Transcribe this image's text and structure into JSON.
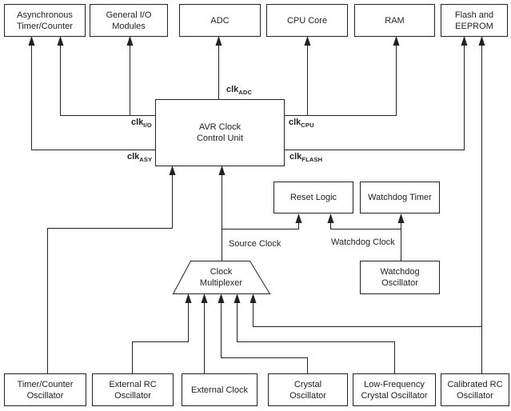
{
  "colors": {
    "line": "#222222",
    "background": "#ffffff",
    "box_background": "#ffffff"
  },
  "blocks": {
    "top": [
      {
        "label": "Asynchronous Timer/Counter"
      },
      {
        "label": "General I/O Modules"
      },
      {
        "label": "ADC"
      },
      {
        "label": "CPU Core"
      },
      {
        "label": "RAM"
      },
      {
        "label": "Flash and EEPROM"
      }
    ],
    "control_unit": {
      "label": "AVR Clock Control Unit"
    },
    "reset_logic": {
      "label": "Reset Logic"
    },
    "watchdog_timer": {
      "label": "Watchdog Timer"
    },
    "watchdog_oscillator": {
      "label": "Watchdog Oscillator"
    },
    "clock_multiplexer": {
      "label": "Clock Multiplexer"
    },
    "bottom": [
      {
        "label": "Timer/Counter Oscillator"
      },
      {
        "label": "External RC Oscillator"
      },
      {
        "label": "External Clock"
      },
      {
        "label": "Crystal Oscillator"
      },
      {
        "label": "Low-Frequency Crystal Oscillator"
      },
      {
        "label": "Calibrated RC Oscillator"
      }
    ]
  },
  "signals": {
    "clk_adc": {
      "prefix": "clk",
      "sub": "ADC"
    },
    "clk_io": {
      "prefix": "clk",
      "sub": "I/O"
    },
    "clk_cpu": {
      "prefix": "clk",
      "sub": "CPU"
    },
    "clk_asy": {
      "prefix": "clk",
      "sub": "ASY"
    },
    "clk_flash": {
      "prefix": "clk",
      "sub": "FLASH"
    },
    "source_clock": "Source Clock",
    "watchdog_clock": "Watchdog Clock"
  }
}
